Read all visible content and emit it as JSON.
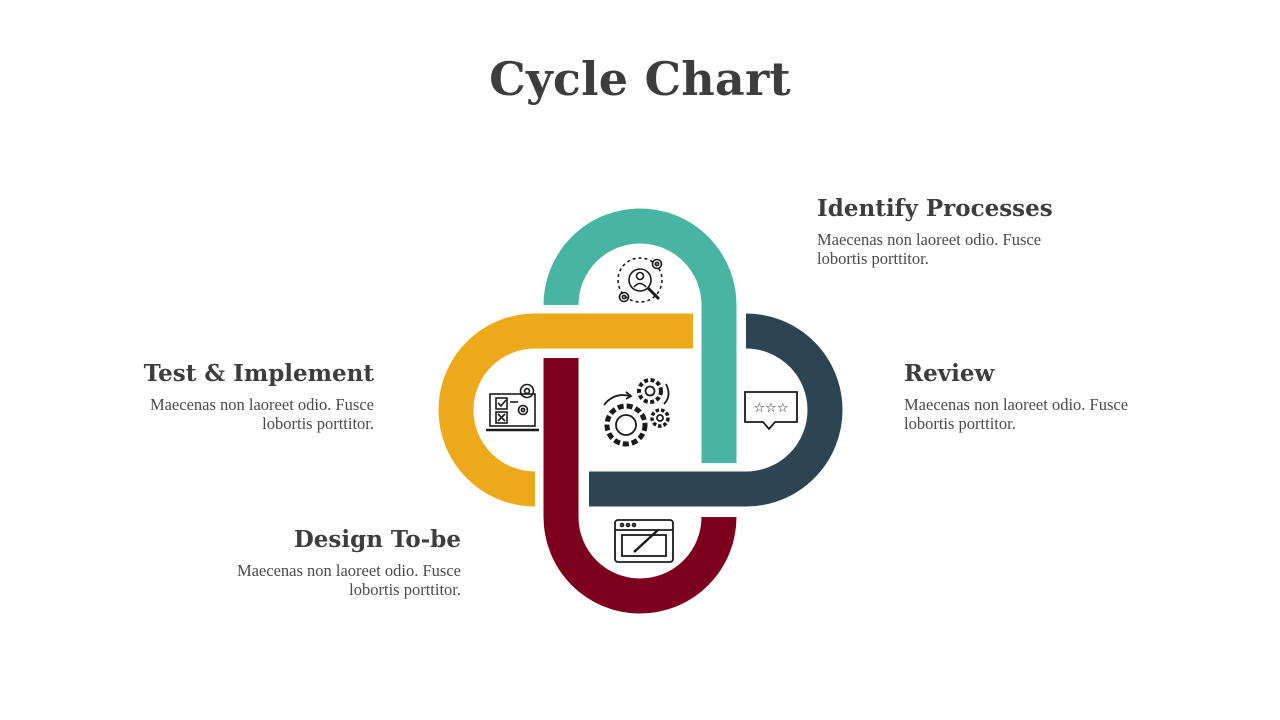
{
  "title": "Cycle Chart",
  "colors": {
    "teal": "#48b4a4",
    "navy": "#2d4452",
    "yellow": "#ecaa1a",
    "maroon": "#7c001d",
    "text": "#3d3d3d"
  },
  "steps": [
    {
      "heading": "Identify Processes",
      "body": "Maecenas non laoreet odio. Fusce lobortis porttitor.",
      "icon": "search-gear-icon"
    },
    {
      "heading": "Review",
      "body": "Maecenas non laoreet odio. Fusce lobortis porttitor.",
      "icon": "rating-stars-icon"
    },
    {
      "heading": "Design To-be",
      "body": "Maecenas non laoreet odio. Fusce lobortis porttitor.",
      "icon": "design-tablet-icon"
    },
    {
      "heading": "Test & Implement",
      "body": "Maecenas non laoreet odio. Fusce lobortis porttitor.",
      "icon": "checklist-gear-icon"
    }
  ],
  "center_icon": "gears-icon"
}
